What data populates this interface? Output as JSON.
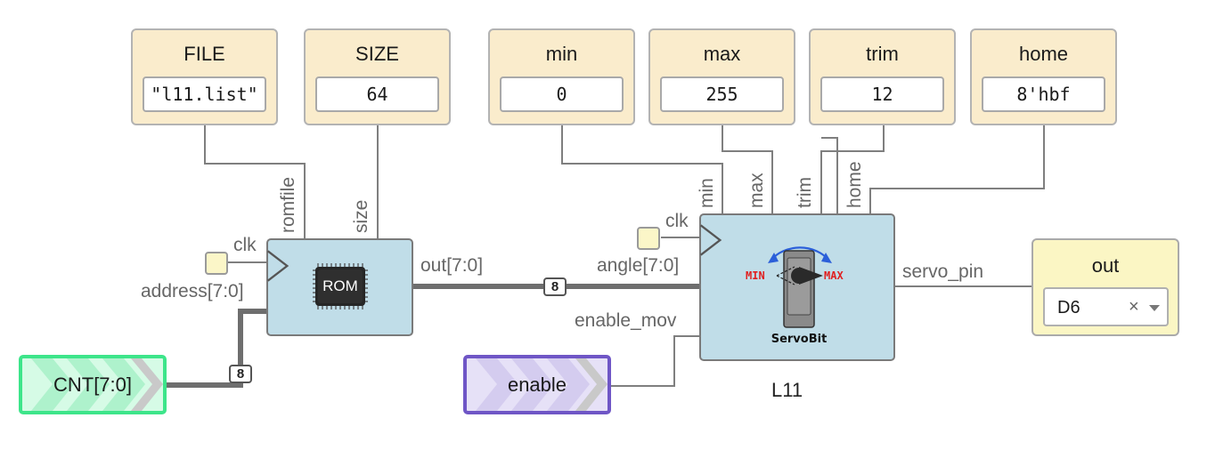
{
  "params": {
    "file": {
      "title": "FILE",
      "value": "\"l11.list\""
    },
    "size": {
      "title": "SIZE",
      "value": "64"
    },
    "min": {
      "title": "min",
      "value": "0"
    },
    "max": {
      "title": "max",
      "value": "255"
    },
    "trim": {
      "title": "trim",
      "value": "12"
    },
    "home": {
      "title": "home",
      "value": "8'hbf"
    }
  },
  "rom": {
    "chip_label": "ROM",
    "port_romfile": "romfile",
    "port_size": "size",
    "port_clk": "clk",
    "port_address": "address[7:0]",
    "port_out": "out[7:0]"
  },
  "servo": {
    "name": "L11",
    "port_min": "min",
    "port_max": "max",
    "port_trim": "trim",
    "port_home": "home",
    "port_clk": "clk",
    "port_angle": "angle[7:0]",
    "port_enable": "enable_mov",
    "port_servo_pin": "servo_pin",
    "icon_min": "MIN",
    "icon_max": "MAX",
    "icon_caption": "ServoBit"
  },
  "buses": {
    "rom_to_servo_width": "8",
    "cnt_to_rom_width": "8"
  },
  "inputs": {
    "cnt": {
      "label": "CNT[7:0]",
      "color": "#3de58a"
    },
    "enable": {
      "label": "enable",
      "color": "#6f56c6"
    }
  },
  "output": {
    "title": "out",
    "pin": "D6",
    "clear_glyph": "×"
  },
  "colors": {
    "block": "#c0dde8",
    "param": "#faeccc",
    "wire": "#7a7a7a",
    "bus": "#6e6e6e",
    "servo_arrow": "#2b5fd9",
    "servo_text": "#e02020"
  }
}
